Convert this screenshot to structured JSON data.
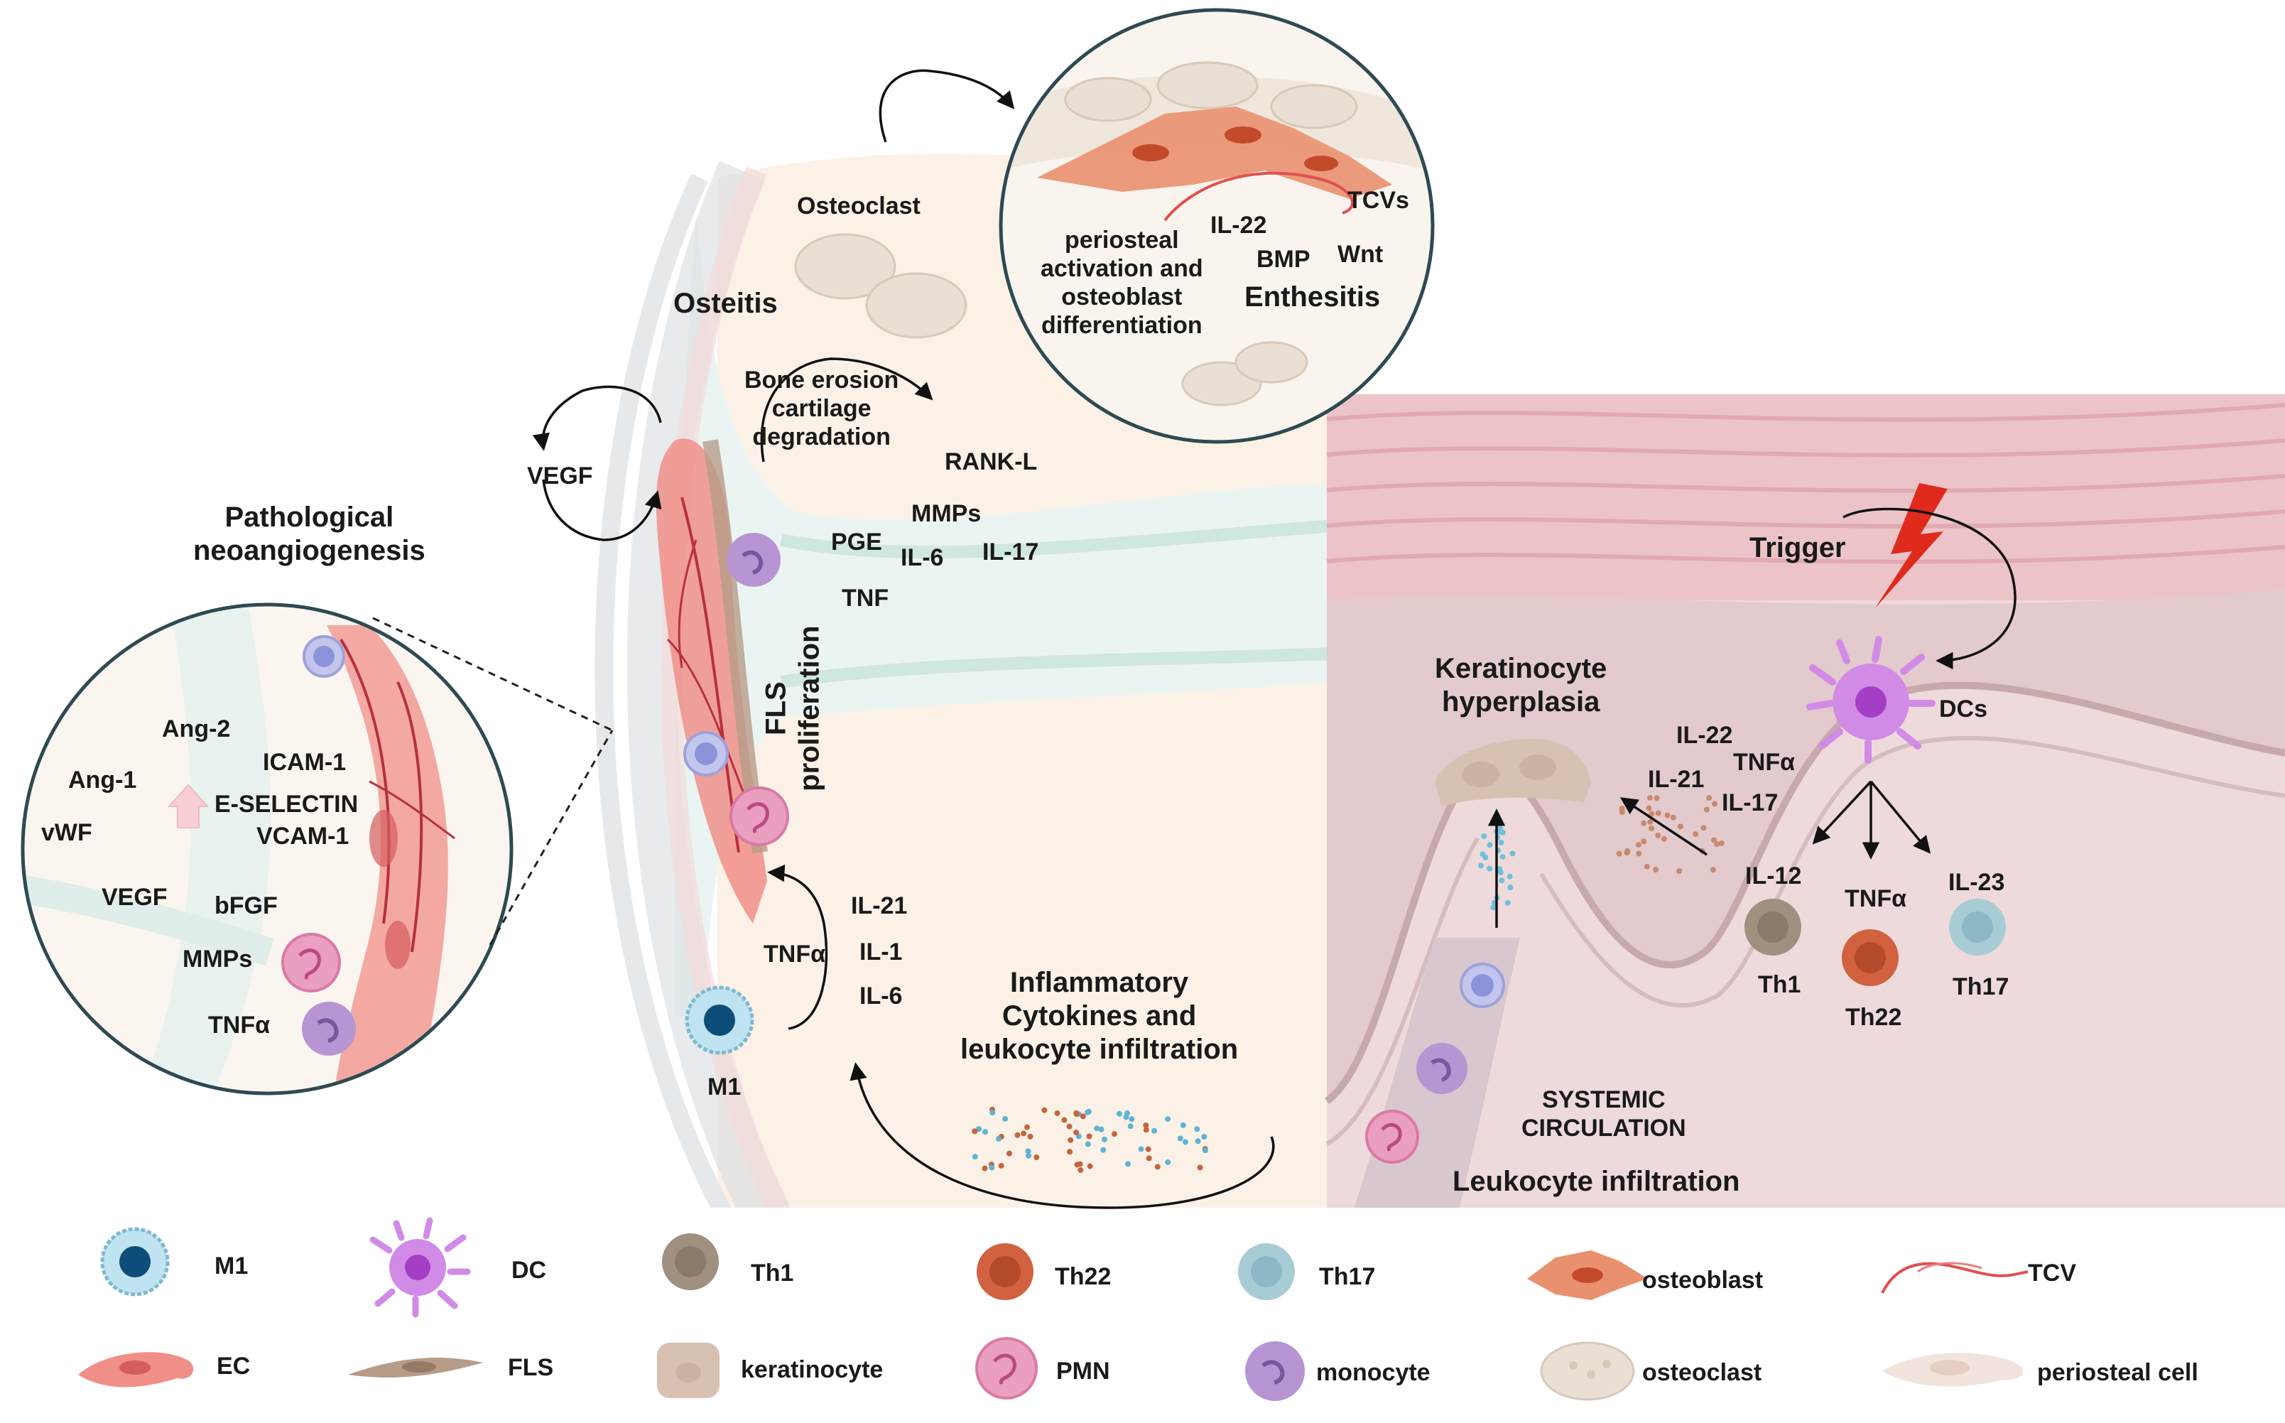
{
  "colors": {
    "skin_band": "#ecc4c8",
    "dermis": "#eedadb",
    "joint_bg": "#fbeee0",
    "synovium": "#e8f3f0",
    "ec": "#f08f88",
    "fls": "#b79c88",
    "osteoblast": "#e9906e",
    "osteoclast": "#eadfd4",
    "m1_nucleus": "#0d4d79",
    "dc": "#d18be6",
    "th1": "#a09080",
    "th22": "#d1613f",
    "th17": "#a8ccd6",
    "pmn": "#ea9ec0",
    "monocyte": "#b795d3",
    "trigger": "#e02a1c",
    "circle_border": "#2e4a52"
  },
  "enthesitis": {
    "title": "Enthesitis",
    "items": [
      "TCVs",
      "IL-22",
      "BMP",
      "Wnt"
    ],
    "description": "periosteal\nactivation and\nosteoblast\ndifferentiation"
  },
  "osteitis": {
    "title": "Osteitis",
    "osteoclast_label": "Osteoclast",
    "bone_erosion": "Bone erosion\ncartilage\ndegradation",
    "mediators": [
      "RANK-L",
      "MMPs",
      "PGE",
      "IL-6",
      "IL-17",
      "TNF"
    ],
    "fls_proliferation": "FLS\nproliferation"
  },
  "angiogenesis": {
    "title": "Pathological\nneoangiogenesis",
    "vegf_loop": "VEGF",
    "factors": [
      "Ang-2",
      "Ang-1",
      "ICAM-1",
      "E-SELECTIN",
      "VCAM-1",
      "vWF",
      "VEGF",
      "bFGF",
      "MMPs",
      "TNFα"
    ]
  },
  "macrophage": {
    "label": "M1",
    "tnf": "TNFα",
    "cytokines": [
      "IL-21",
      "IL-1",
      "IL-6"
    ]
  },
  "inflammation": {
    "label": "Inflammatory\nCytokines and\nleukocyte infiltration"
  },
  "skin": {
    "trigger": "Trigger",
    "dcs": "DCs",
    "keratinocyte": "Keratinocyte\nhyperplasia",
    "kc_cytokines": [
      "IL-22",
      "TNFα",
      "IL-21",
      "IL-17"
    ],
    "t_cytokines": [
      "IL-12",
      "TNFα",
      "IL-23"
    ],
    "t_cells": [
      "Th1",
      "Th22",
      "Th17"
    ],
    "systemic": "SYSTEMIC\nCIRCULATION",
    "leukocyte": "Leukocyte infiltration"
  },
  "legend": [
    {
      "key": "m1",
      "label": "M1",
      "icon": "m1-macrophage-icon"
    },
    {
      "key": "dc",
      "label": "DC",
      "icon": "dendritic-cell-icon"
    },
    {
      "key": "th1",
      "label": "Th1",
      "icon": "th1-cell-icon"
    },
    {
      "key": "th22",
      "label": "Th22",
      "icon": "th22-cell-icon"
    },
    {
      "key": "th17",
      "label": "Th17",
      "icon": "th17-cell-icon"
    },
    {
      "key": "osteoblast",
      "label": "osteoblast",
      "icon": "osteoblast-icon"
    },
    {
      "key": "tcv",
      "label": "TCV",
      "icon": "tcv-icon"
    },
    {
      "key": "ec",
      "label": "EC",
      "icon": "endothelial-cell-icon"
    },
    {
      "key": "fls",
      "label": "FLS",
      "icon": "fls-cell-icon"
    },
    {
      "key": "keratinocyte",
      "label": "keratinocyte",
      "icon": "keratinocyte-icon"
    },
    {
      "key": "pmn",
      "label": "PMN",
      "icon": "pmn-cell-icon"
    },
    {
      "key": "monocyte",
      "label": "monocyte",
      "icon": "monocyte-icon"
    },
    {
      "key": "osteoclast",
      "label": "osteoclast",
      "icon": "osteoclast-icon"
    },
    {
      "key": "periosteal",
      "label": "periosteal cell",
      "icon": "periosteal-cell-icon"
    }
  ]
}
